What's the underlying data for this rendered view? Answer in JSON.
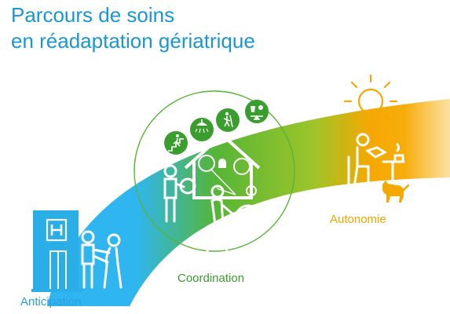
{
  "title": {
    "line1": "Parcours de soins",
    "line2": "en réadaptation gériatrique"
  },
  "stages": {
    "anticipation": "Anticipation",
    "coordination": "Coordination",
    "autonomie": "Autonomie"
  },
  "colors": {
    "title": "#1a96d4",
    "blue": "#38b6ee",
    "green": "#5ab534",
    "orange": "#f5a800",
    "anticipation_label": "#2aa0dc",
    "coordination_label": "#3b9a2e",
    "autonomie_label": "#f0a500"
  },
  "icons": {
    "hospital": "hospital-icon",
    "caregiver": "caregiver-support-icon",
    "house": "house-icon",
    "stairs": "stairs-exercise-icon",
    "shower": "shower-icon",
    "cleaning": "sweeping-icon",
    "nutrition": "nutrition-icon",
    "sun": "sun-icon",
    "reader": "person-reading-icon",
    "dog": "dog-icon"
  }
}
